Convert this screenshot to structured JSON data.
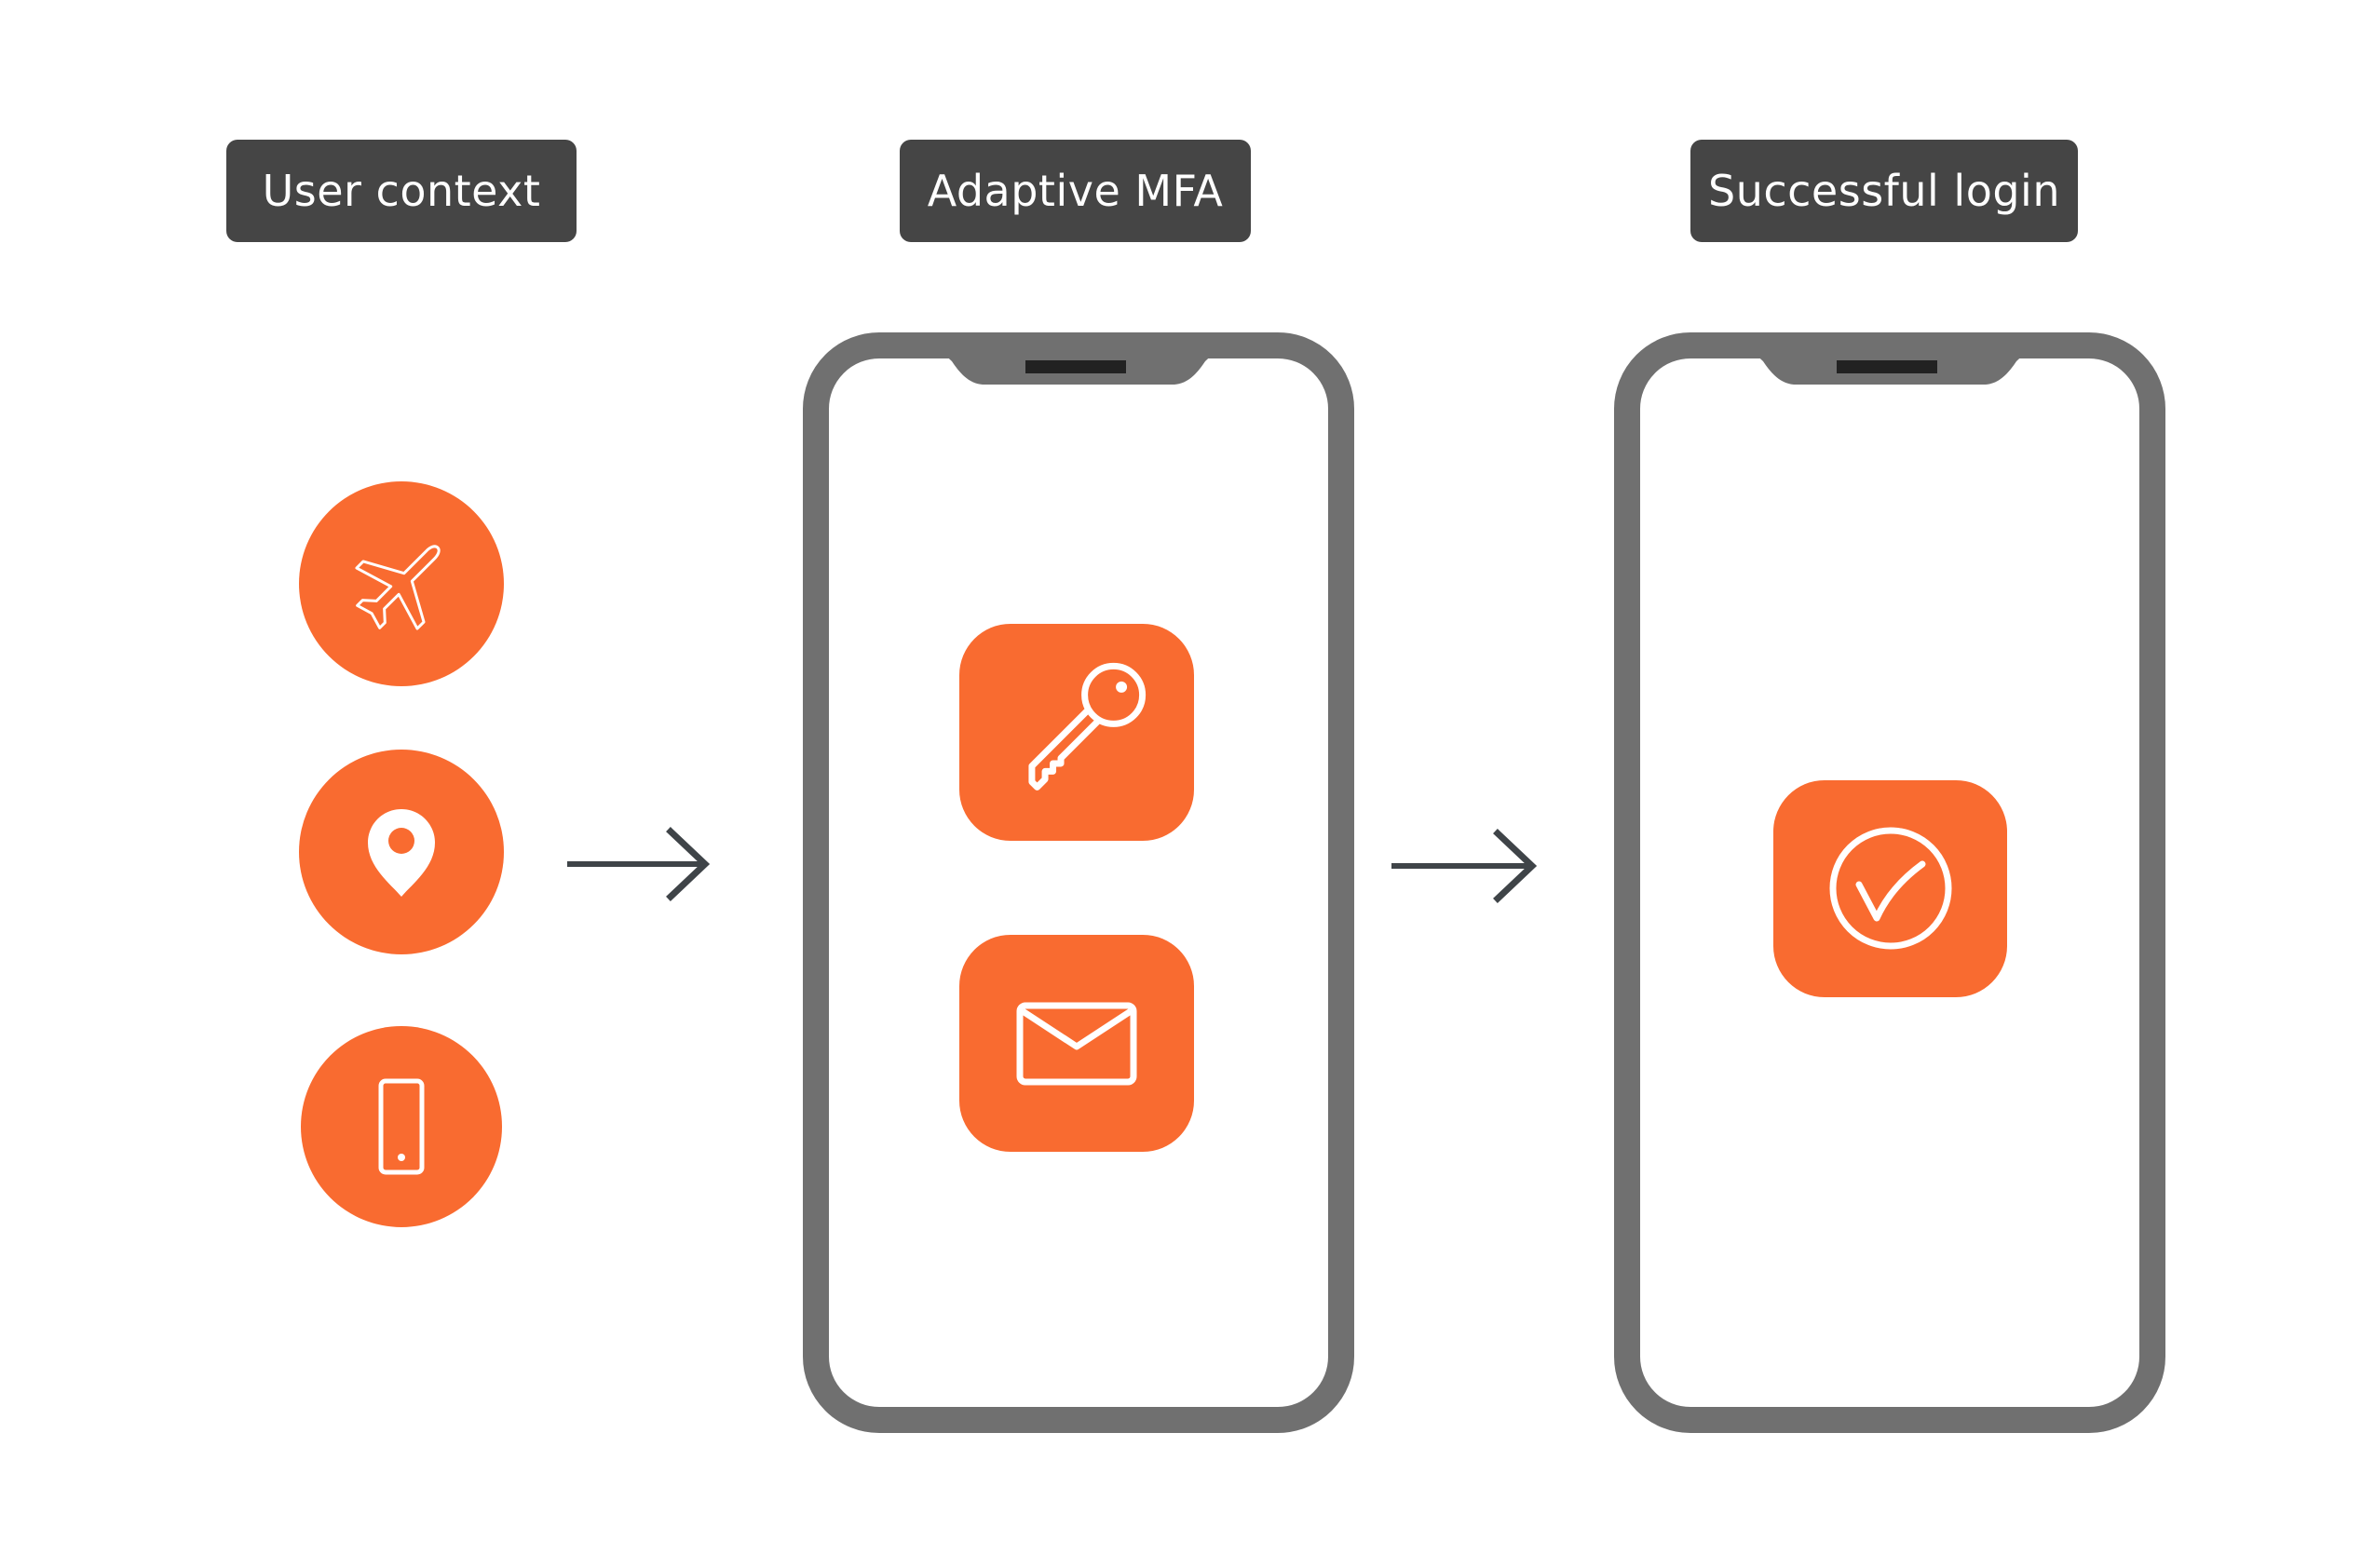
{
  "stages": [
    {
      "label": "User context"
    },
    {
      "label": "Adaptive MFA"
    },
    {
      "label": "Successful login"
    }
  ],
  "context_factors": [
    {
      "icon": "airplane-icon"
    },
    {
      "icon": "location-pin-icon"
    },
    {
      "icon": "smartphone-icon"
    }
  ],
  "mfa_methods": [
    {
      "icon": "key-icon"
    },
    {
      "icon": "envelope-icon"
    }
  ],
  "result": {
    "icon": "check-circle-icon"
  },
  "colors": {
    "accent": "#F96B30",
    "label_bg": "#454545",
    "label_text": "#FFFFFF",
    "phone_frame": "#707070",
    "arrow": "#3F4448",
    "background": "#FFFFFF"
  }
}
